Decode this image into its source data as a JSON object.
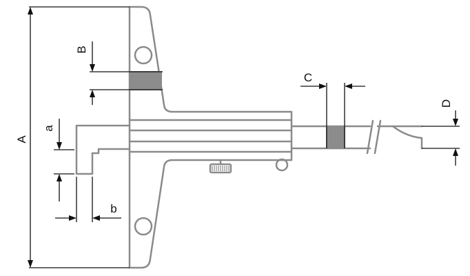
{
  "labels": {
    "A": "A",
    "B": "B",
    "C": "C",
    "D": "D",
    "a": "a",
    "b": "b"
  },
  "colors": {
    "body_stroke": "#8a8a8a",
    "dimension_stroke": "#111111",
    "hatch_fill": "#8c8c8c",
    "background": "#ffffff"
  }
}
